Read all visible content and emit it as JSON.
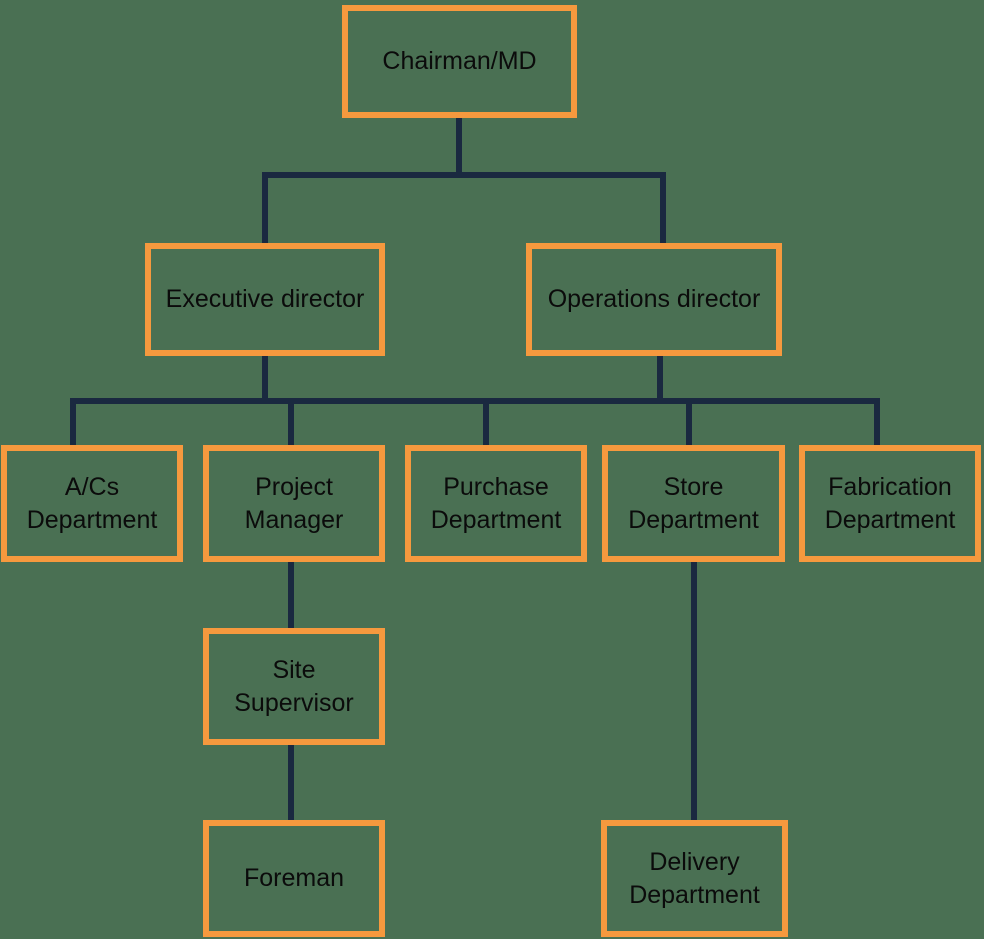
{
  "diagram": {
    "type": "org-chart",
    "colors": {
      "background": "#4A7053",
      "box_border": "#F6993E",
      "connector": "#1A2940",
      "text": "#0B0B0B"
    },
    "nodes": {
      "chairman": {
        "label": "Chairman/MD",
        "level": 1
      },
      "executive_director": {
        "label": "Executive director",
        "level": 2
      },
      "operations_director": {
        "label": "Operations director",
        "level": 2
      },
      "acs_department": {
        "label": "A/Cs\nDepartment",
        "level": 3
      },
      "project_manager": {
        "label": "Project\nManager",
        "level": 3
      },
      "purchase_department": {
        "label": "Purchase\nDepartment",
        "level": 3
      },
      "store_department": {
        "label": "Store\nDepartment",
        "level": 3
      },
      "fabrication_department": {
        "label": "Fabrication\nDepartment",
        "level": 3
      },
      "site_supervisor": {
        "label": "Site\nSupervisor",
        "level": 4
      },
      "foreman": {
        "label": "Foreman",
        "level": 5
      },
      "delivery_department": {
        "label": "Delivery\nDepartment",
        "level": 4
      }
    },
    "edges": [
      {
        "from": "chairman",
        "to": "executive_director"
      },
      {
        "from": "chairman",
        "to": "operations_director"
      },
      {
        "from": "executive_director",
        "to": "departments_shared_bus"
      },
      {
        "from": "operations_director",
        "to": "departments_shared_bus"
      },
      {
        "from": "departments_shared_bus",
        "to": "acs_department"
      },
      {
        "from": "departments_shared_bus",
        "to": "project_manager"
      },
      {
        "from": "departments_shared_bus",
        "to": "purchase_department"
      },
      {
        "from": "departments_shared_bus",
        "to": "store_department"
      },
      {
        "from": "departments_shared_bus",
        "to": "fabrication_department"
      },
      {
        "from": "project_manager",
        "to": "site_supervisor"
      },
      {
        "from": "site_supervisor",
        "to": "foreman"
      },
      {
        "from": "store_department",
        "to": "delivery_department"
      }
    ]
  }
}
